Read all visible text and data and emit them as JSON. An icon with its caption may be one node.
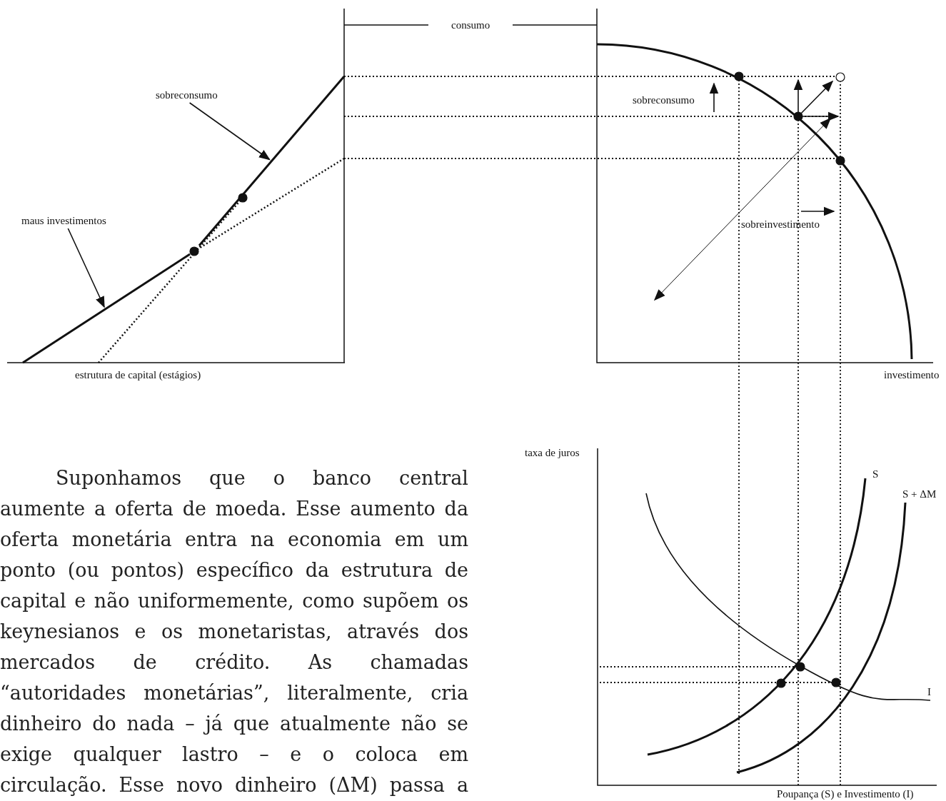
{
  "diagram": {
    "nodes": [
      {
        "text": [
          "sobreconsumo"
        ]
      },
      {
        "text": [],
        "shape": "line"
      },
      {
        "text": [
          "maus investimentos"
        ]
      },
      {
        "text": [],
        "shape": "line"
      }
    ],
    "edges": [
      {
        "from": 0,
        "to": 1,
        "arrow": "to"
      },
      {
        "from": 2,
        "to": 3,
        "arrow": "to"
      }
    ],
    "labels": [
      "consumo",
      "sobreconsumo",
      "sobreinvestimento",
      "estrutura de capital (estágios)",
      "investimento",
      "taxa de juros",
      "S",
      "S + ΔM",
      "I",
      "Poupança (S) e Investimento (I)",
      "Suponhamos que o banco central aumente a oferta de moeda. Esse aumento da oferta monetária entra na economia em um ponto (ou pontos) específico da estrutura de capital e não uniformemente, como supõem os keynesianos e os monetaristas, através dos mercados de crédito. As chamadas “autoridades monetárias”, literalmente, cria dinheiro do nada – já que atualmente não se exige qualquer lastro – e o coloca em circulação. Esse novo dinheiro (ΔM) passa a ser visto como poupança (é o mecanismo da poupan-"
    ]
  }
}
